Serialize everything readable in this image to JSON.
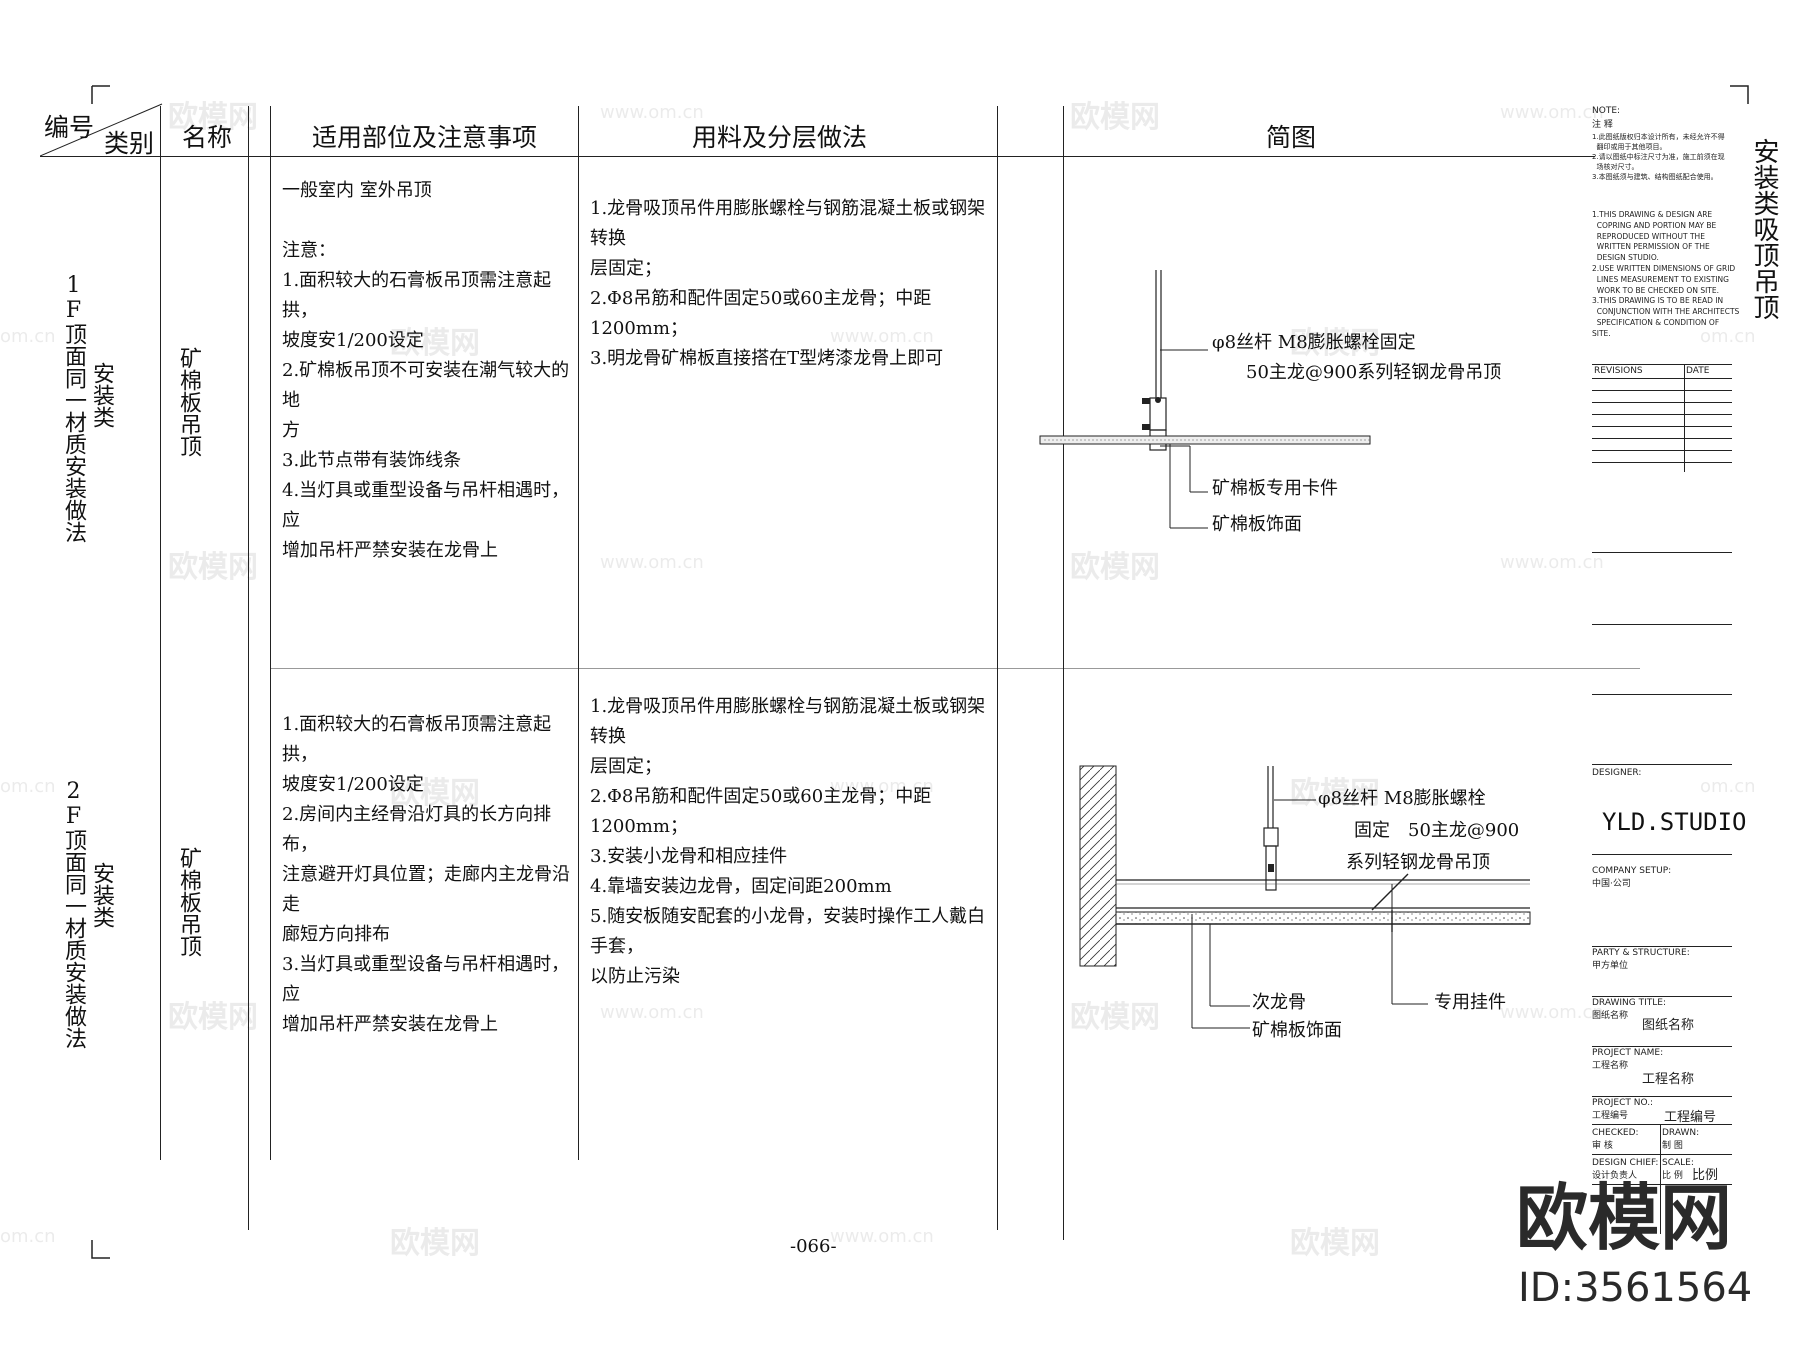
{
  "header": {
    "col_number": "编号",
    "col_category": "类别",
    "col_name": "名称",
    "col_usage": "适用部位及注意事项",
    "col_method": "用料及分层做法",
    "col_diagram": "简图"
  },
  "rows": [
    {
      "number": "1F顶面同一材质安装做法",
      "category": "安装类",
      "name": "矿棉板吊顶",
      "usage": "一般室内 室外吊顶\n\n注意：\n1.面积较大的石膏板吊顶需注意起拱，\n坡度安1/200设定\n2.矿棉板吊顶不可安装在潮气较大的地\n方\n3.此节点带有装饰线条\n4.当灯具或重型设备与吊杆相遇时，应\n增加吊杆严禁安装在龙骨上",
      "method": "1.龙骨吸顶吊件用膨胀螺栓与钢筋混凝土板或钢架转换\n层固定；\n2.Φ8吊筋和配件固定50或60主龙骨；中距1200mm；\n3.明龙骨矿棉板直接搭在T型烤漆龙骨上即可",
      "annotations": {
        "rod": "φ8丝杆 M8膨胀螺栓固定",
        "keel": "50主龙@900系列轻钢龙骨吊顶",
        "clip": "矿棉板专用卡件",
        "face": "矿棉板饰面"
      }
    },
    {
      "number": "2F顶面同一材质安装做法",
      "category": "安装类",
      "name": "矿棉板吊顶",
      "usage": "1.面积较大的石膏板吊顶需注意起拱，\n坡度安1/200设定\n2.房间内主经骨沿灯具的长方向排布，\n注意避开灯具位置；走廊内主龙骨沿走\n廊短方向排布\n3.当灯具或重型设备与吊杆相遇时，应\n增加吊杆严禁安装在龙骨上",
      "method": "1.龙骨吸顶吊件用膨胀螺栓与钢筋混凝土板或钢架转换\n层固定；\n2.Φ8吊筋和配件固定50或60主龙骨；中距1200mm；\n3.安装小龙骨和相应挂件\n4.靠墙安装边龙骨，固定间距200mm\n5.随安板随安配套的小龙骨，安装时操作工人戴白手套，\n以防止污染",
      "annotations": {
        "rod_line1": "φ8丝杆 M8膨胀螺栓",
        "rod_line2": "固定　50主龙@900",
        "rod_line3": "系列轻钢龙骨吊顶",
        "sub_keel": "次龙骨",
        "face": "矿棉板饰面",
        "hanger": "专用挂件"
      }
    }
  ],
  "page_number": "-066-",
  "sheet_title": "安装类吸顶吊顶",
  "title_block": {
    "note_label": "NOTE:",
    "note_cn_label": "注 释",
    "notes_cn": "1.此图纸版权归本设计所有，未经允许不得\n  翻印或用于其他项目。\n2.请以图纸中标注尺寸为准，施工前须在现\n  场核对尺寸。\n3.本图纸须与建筑、结构图纸配合使用。",
    "notes_en": "1.THIS DRAWING & DESIGN ARE\n  COPRING AND PORTION MAY BE\n  REPRODUCED WITHOUT THE\n  WRITTEN PERMISSION OF THE\n  DESIGN STUDIO.\n2.USE WRITTEN DIMENSIONS OF GRID\n  LINES MEASUREMENT TO EXISTING\n  WORK TO BE CHECKED ON SITE.\n3.THIS DRAWING IS TO BE READ IN\n  CONJUNCTION WITH THE ARCHITECTS\n  SPECIFICATION & CONDITION OF SITE.",
    "revisions_label": "REVISIONS",
    "date_label": "DATE",
    "designer_label": "DESIGNER:",
    "studio": "YLD.STUDIO",
    "company_label": "COMPANY SETUP:",
    "company_cn": "中国·公司",
    "party_label": "PARTY & STRUCTURE:",
    "party_cn": "甲方单位",
    "drawing_label": "DRAWING TITLE:",
    "drawing_cn_label": "图纸名称",
    "drawing_value": "图纸名称",
    "project_label": "PROJECT NAME:",
    "project_cn_label": "工程名称",
    "project_value": "工程名称",
    "project_no_label": "PROJECT NO.:",
    "project_no_cn_label": "工程编号",
    "project_no_value": "工程编号",
    "checked_label": "CHECKED:",
    "checked_cn": "审 核",
    "drawn_label": "DRAWN:",
    "drawn_cn": "制 图",
    "design_chief_label": "DESIGN CHIEF:",
    "design_chief_cn": "设计负责人",
    "scale_label": "SCALE:",
    "scale_cn": "比 例",
    "scale_value": "比例"
  },
  "watermarks": {
    "brand": "欧模网",
    "url": "www.om.cn",
    "url_short": "om.cn",
    "id": "ID:3561564"
  }
}
